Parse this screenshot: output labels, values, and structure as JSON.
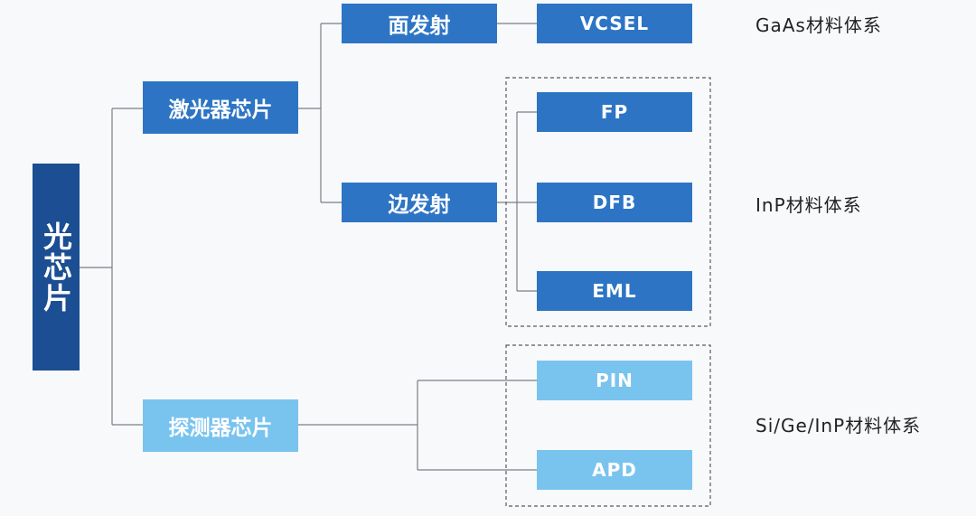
{
  "root": {
    "label": "光芯片"
  },
  "level1": {
    "laser": "激光器芯片",
    "detector": "探测器芯片"
  },
  "level2": {
    "surface_emitting": "面发射",
    "edge_emitting": "边发射"
  },
  "leaves": {
    "vcsel": "VCSEL",
    "fp": "FP",
    "dfb": "DFB",
    "eml": "EML",
    "pin": "PIN",
    "apd": "APD"
  },
  "material_labels": {
    "gaas": "GaAs材料体系",
    "inp": "InP材料体系",
    "si_ge_inp": "Si/Ge/InP材料体系"
  },
  "colors": {
    "root": "#1b4e92",
    "laser_branch": "#2d75c4",
    "detector_branch": "#79c3ef",
    "connector": "#6b7280"
  }
}
